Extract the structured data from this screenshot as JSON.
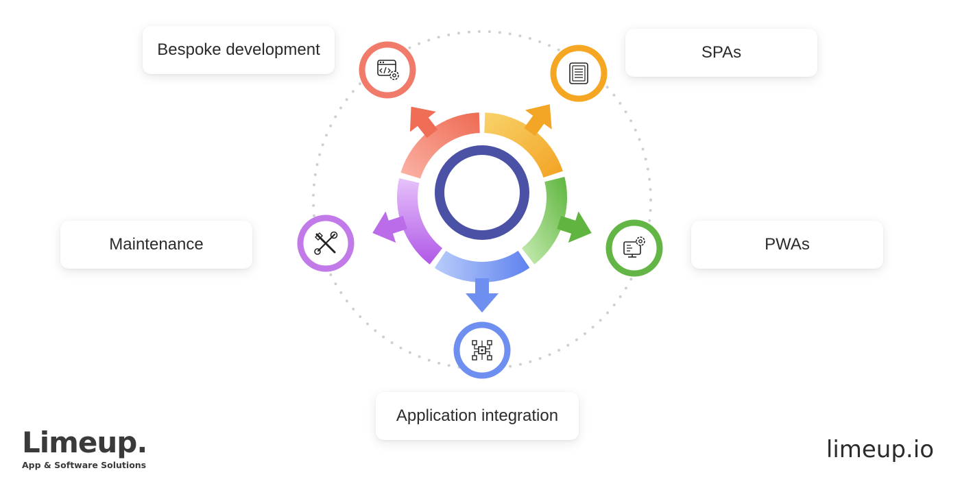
{
  "items": {
    "bespoke": {
      "label": "Bespoke development",
      "color": "#f07b6a",
      "icon": "code-settings-icon"
    },
    "spas": {
      "label": "SPAs",
      "color": "#f5a623",
      "icon": "document-icon"
    },
    "pwas": {
      "label": "PWAs",
      "color": "#63b645",
      "icon": "monitor-gear-icon"
    },
    "appint": {
      "label": "Application integration",
      "color": "#6f8ff0",
      "icon": "circuit-chip-icon"
    },
    "maint": {
      "label": "Maintenance",
      "color": "#c27ae8",
      "icon": "wrench-screwdriver-icon"
    }
  },
  "center": {
    "color": "#4b52a6"
  },
  "brand": {
    "name": "Limeup.",
    "tagline": "App & Software Solutions",
    "site": "limeup.io"
  }
}
